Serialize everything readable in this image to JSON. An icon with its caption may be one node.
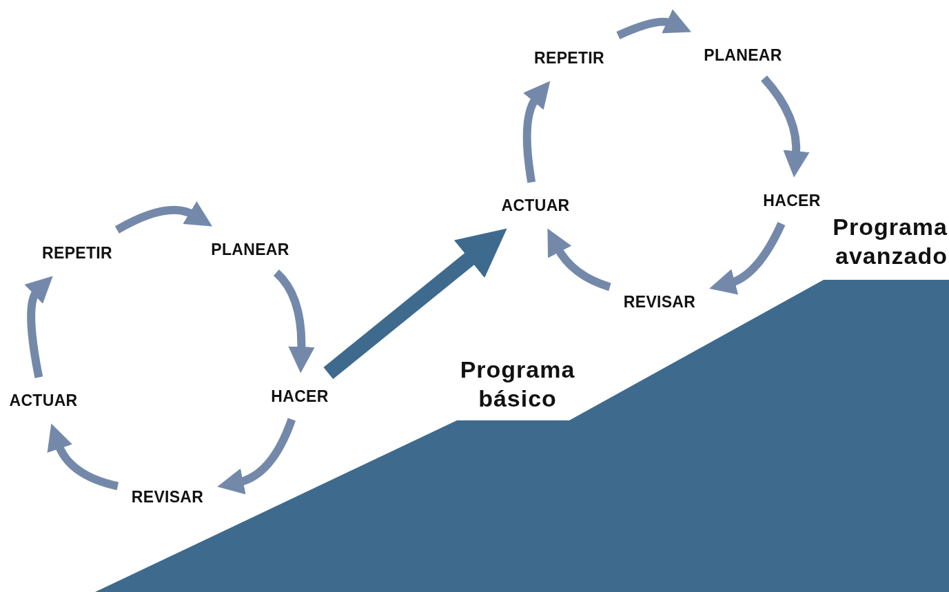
{
  "diagram": {
    "nodes": [
      {
        "text": [
          "REPETIR"
        ]
      },
      {
        "text": [
          "PLANEAR"
        ]
      },
      {
        "text": [
          "HACER"
        ]
      },
      {
        "text": [
          "REVISAR"
        ]
      },
      {
        "text": [
          "ACTUAR"
        ]
      },
      {
        "text": [
          "REPETIR"
        ]
      },
      {
        "text": [
          "PLANEAR"
        ]
      },
      {
        "text": [
          "HACER"
        ]
      },
      {
        "text": [
          "REVISAR"
        ]
      },
      {
        "text": [
          "ACTUAR"
        ]
      }
    ],
    "edges": [
      {
        "from": 0,
        "to": 1,
        "arrow": "to"
      },
      {
        "from": 1,
        "to": 2,
        "arrow": "to"
      },
      {
        "from": 2,
        "to": 3,
        "arrow": "to"
      },
      {
        "from": 3,
        "to": 4,
        "arrow": "to"
      },
      {
        "from": 4,
        "to": 0,
        "arrow": "to"
      },
      {
        "from": 2,
        "to": 9,
        "arrow": "to",
        "style": "thick",
        "color": "#3e6a8e"
      },
      {
        "from": 9,
        "to": 5,
        "arrow": "to"
      },
      {
        "from": 5,
        "to": 6,
        "arrow": "to"
      },
      {
        "from": 6,
        "to": 7,
        "arrow": "to"
      },
      {
        "from": 7,
        "to": 8,
        "arrow": "to"
      },
      {
        "from": 8,
        "to": 9,
        "arrow": "to"
      }
    ],
    "labels": [
      "Programa básico",
      "Programa avanzado"
    ]
  }
}
